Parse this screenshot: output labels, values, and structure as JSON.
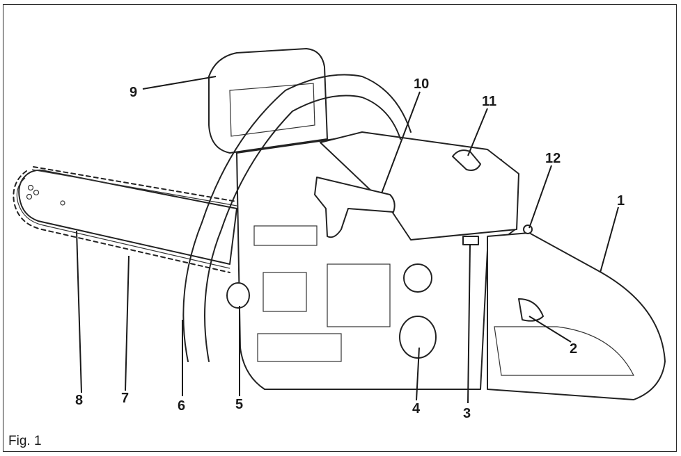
{
  "figure": {
    "caption": "Fig. 1",
    "callouts": [
      "1",
      "2",
      "3",
      "4",
      "5",
      "6",
      "7",
      "8",
      "9",
      "10",
      "11",
      "12"
    ]
  },
  "colors": {
    "ink": "#1a1a1a",
    "paper": "#ffffff",
    "frame": "#2a2a2a"
  }
}
